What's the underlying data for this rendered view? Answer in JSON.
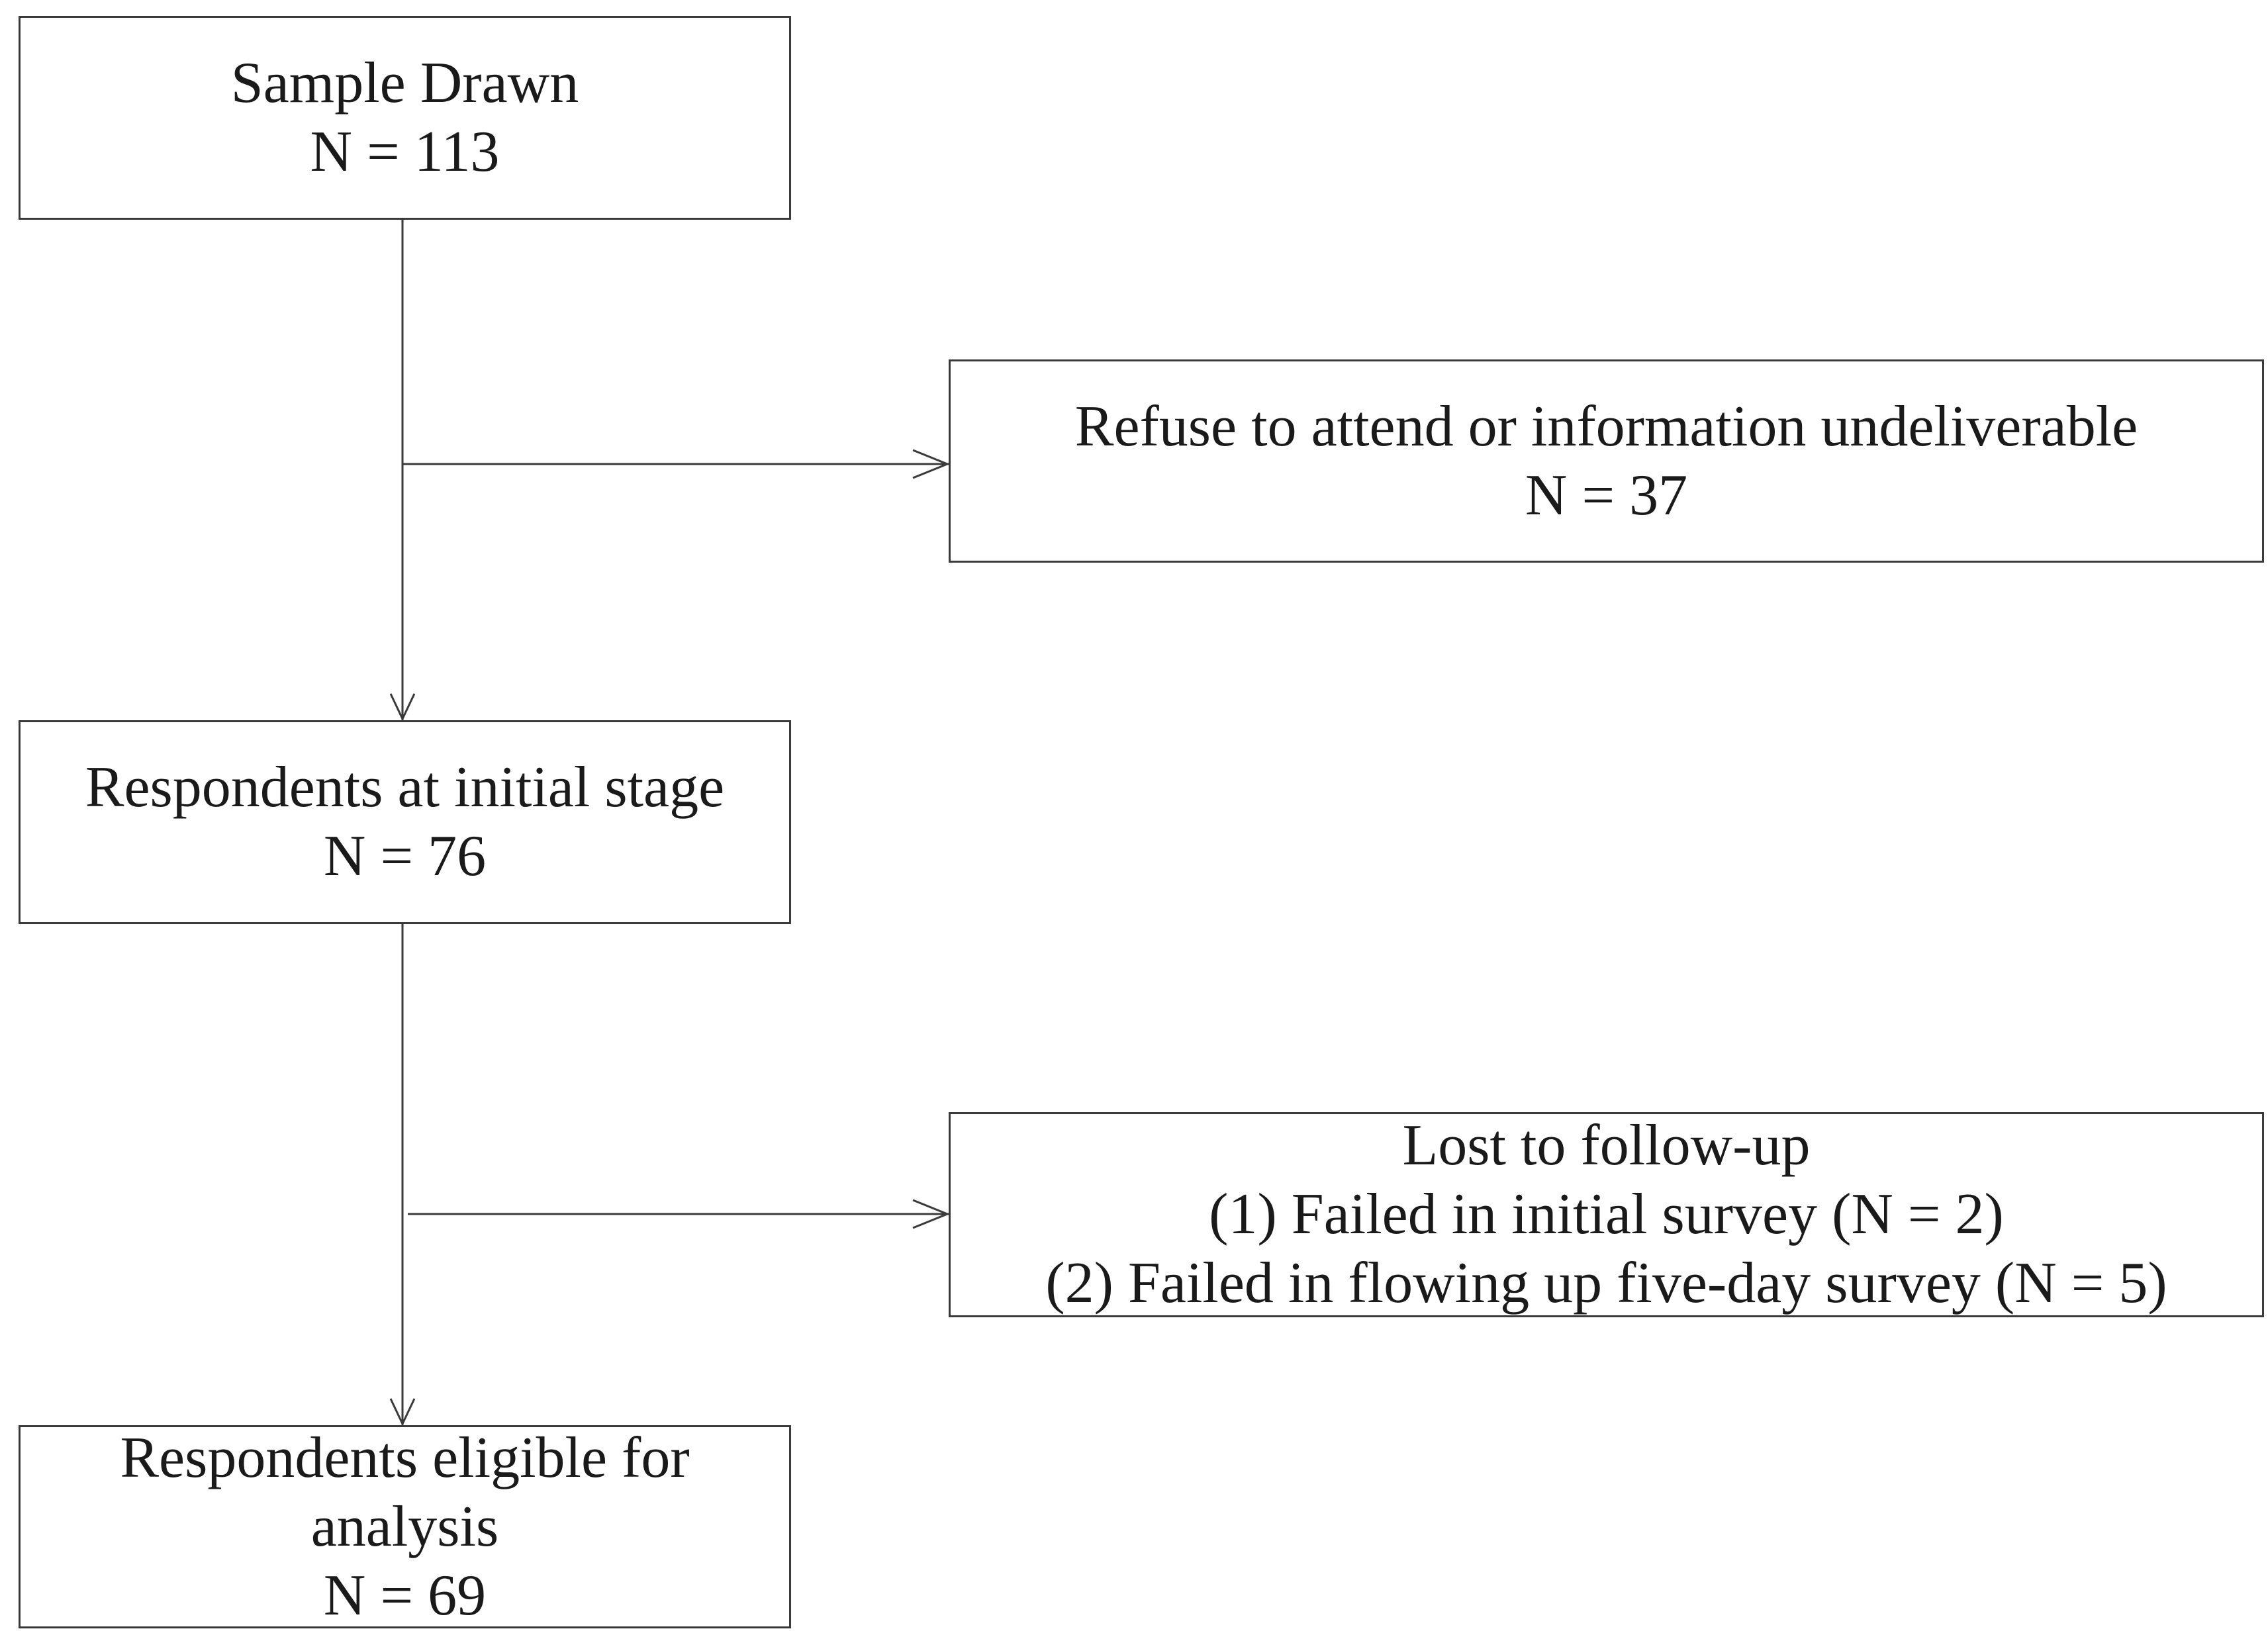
{
  "diagram": {
    "sample_box": {
      "title": "Sample Drawn",
      "count": "N = 113"
    },
    "refuse_box": {
      "title": "Refuse to attend or information undeliverable",
      "count": "N = 37"
    },
    "initial_box": {
      "title": "Respondents at initial stage",
      "count": "N = 76"
    },
    "lost_box": {
      "title": "Lost to follow-up",
      "item_1": "(1) Failed in initial survey (N = 2)",
      "item_2": "(2) Failed in flowing up five-day survey (N = 5)"
    },
    "eligible_box": {
      "title_line_1": "Respondents eligible for",
      "title_line_2": "analysis",
      "count": "N = 69"
    }
  }
}
